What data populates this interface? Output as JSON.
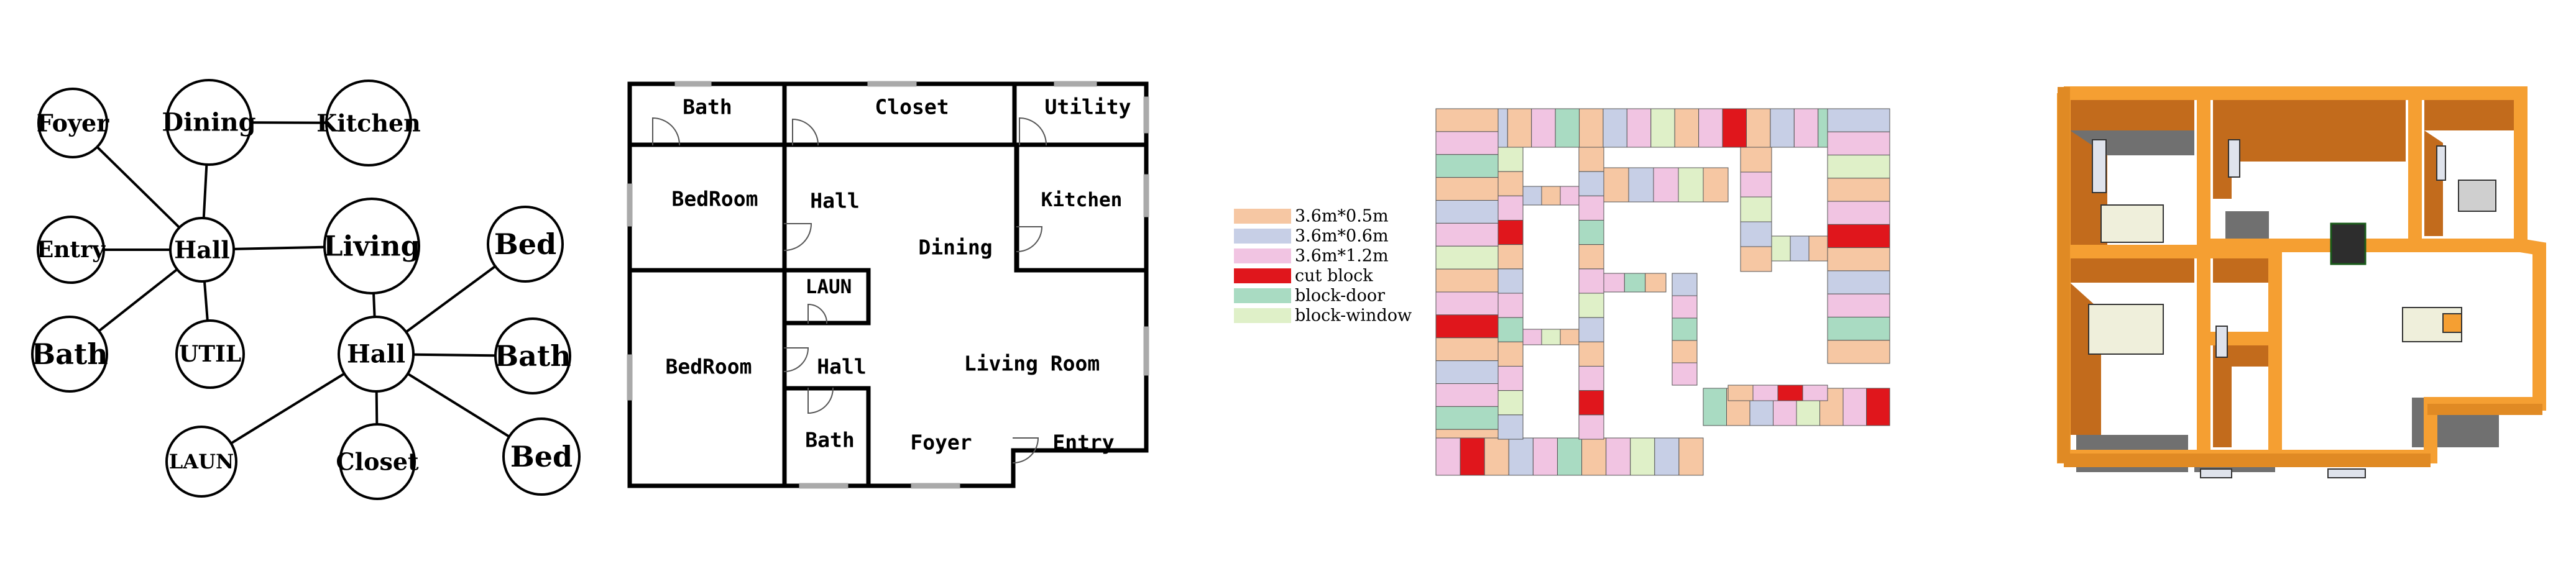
{
  "graph": {
    "nodes": [
      {
        "id": "foyer",
        "label": "Foyer"
      },
      {
        "id": "dining",
        "label": "Dining"
      },
      {
        "id": "kitchen",
        "label": "Kitchen"
      },
      {
        "id": "entry",
        "label": "Entry"
      },
      {
        "id": "hall1",
        "label": "Hall"
      },
      {
        "id": "living",
        "label": "Living"
      },
      {
        "id": "bed1",
        "label": "Bed"
      },
      {
        "id": "bath",
        "label": "Bath"
      },
      {
        "id": "util",
        "label": "UTIL"
      },
      {
        "id": "hall2",
        "label": "Hall"
      },
      {
        "id": "bath2",
        "label": "Bath"
      },
      {
        "id": "laun",
        "label": "LAUN"
      },
      {
        "id": "closet",
        "label": "Closet"
      },
      {
        "id": "bed2",
        "label": "Bed"
      }
    ],
    "edges": [
      [
        "foyer",
        "hall1"
      ],
      [
        "dining",
        "kitchen"
      ],
      [
        "dining",
        "hall1"
      ],
      [
        "entry",
        "hall1"
      ],
      [
        "hall1",
        "living"
      ],
      [
        "hall1",
        "bath"
      ],
      [
        "hall1",
        "util"
      ],
      [
        "living",
        "hall2"
      ],
      [
        "hall2",
        "bed1"
      ],
      [
        "hall2",
        "bath2"
      ],
      [
        "hall2",
        "bed2"
      ],
      [
        "hall2",
        "laun"
      ],
      [
        "hall2",
        "closet"
      ]
    ]
  },
  "floorplan": {
    "rooms": {
      "bath_top": "Bath",
      "closet": "Closet",
      "utility": "Utility",
      "bedroom1": "BedRoom",
      "hall_top": "Hall",
      "kitchen": "Kitchen",
      "dining": "Dining",
      "laun": "LAUN",
      "bedroom2": "BedRoom",
      "hall_mid": "Hall",
      "living_room": "Living Room",
      "bath_bottom": "Bath",
      "foyer": "Foyer",
      "entry": "Entry"
    }
  },
  "blocks": {
    "legend": [
      {
        "label": "3.6m*0.5m",
        "color": "#f6c7a3"
      },
      {
        "label": "3.6m*0.6m",
        "color": "#c7cfe6"
      },
      {
        "label": "3.6m*1.2m",
        "color": "#f1c4e2"
      },
      {
        "label": "cut block",
        "color": "#e0161c"
      },
      {
        "label": "block-door",
        "color": "#a9dbc2"
      },
      {
        "label": "block-window",
        "color": "#dff0c8"
      }
    ]
  },
  "render3d": {
    "wall_color": "#f59f32",
    "interior_color": "#c5701f",
    "floor_color": "#ffffff",
    "shadow_color": "#6e6e6e"
  }
}
